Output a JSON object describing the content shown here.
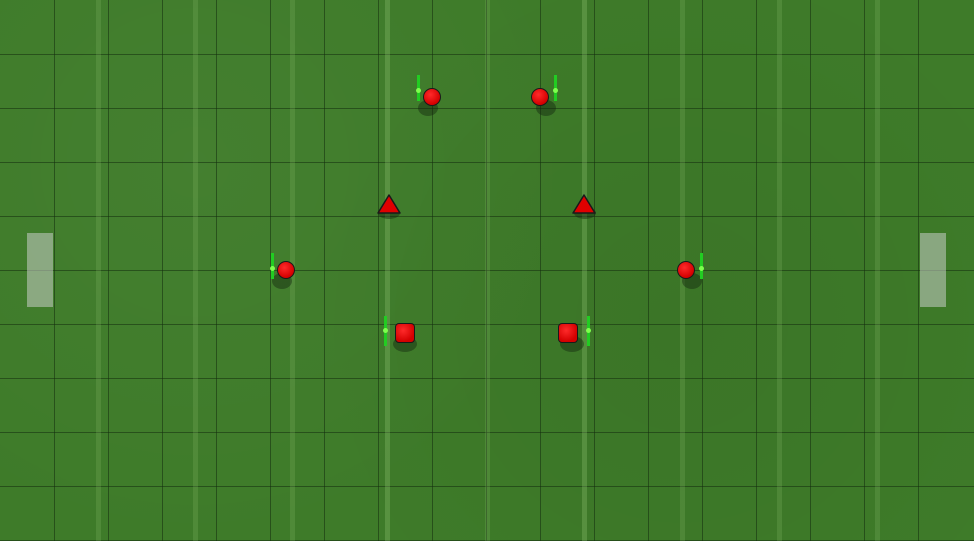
{
  "field": {
    "surface_color": "#3e7b29",
    "grid_line_color": "#142d0f",
    "stripe_color": "#8cbe6e",
    "goal_color": "#c8cdc8"
  },
  "team": {
    "color": "#e00000",
    "outline": "#1a1a1a",
    "direction_indicator_color": "#22cc22"
  },
  "players": [
    {
      "id": "p1",
      "shape": "circle"
    },
    {
      "id": "p2",
      "shape": "circle"
    },
    {
      "id": "p3",
      "shape": "triangle"
    },
    {
      "id": "p4",
      "shape": "triangle"
    },
    {
      "id": "p5",
      "shape": "circle"
    },
    {
      "id": "p6",
      "shape": "circle"
    },
    {
      "id": "p7",
      "shape": "square"
    },
    {
      "id": "p8",
      "shape": "square"
    }
  ]
}
